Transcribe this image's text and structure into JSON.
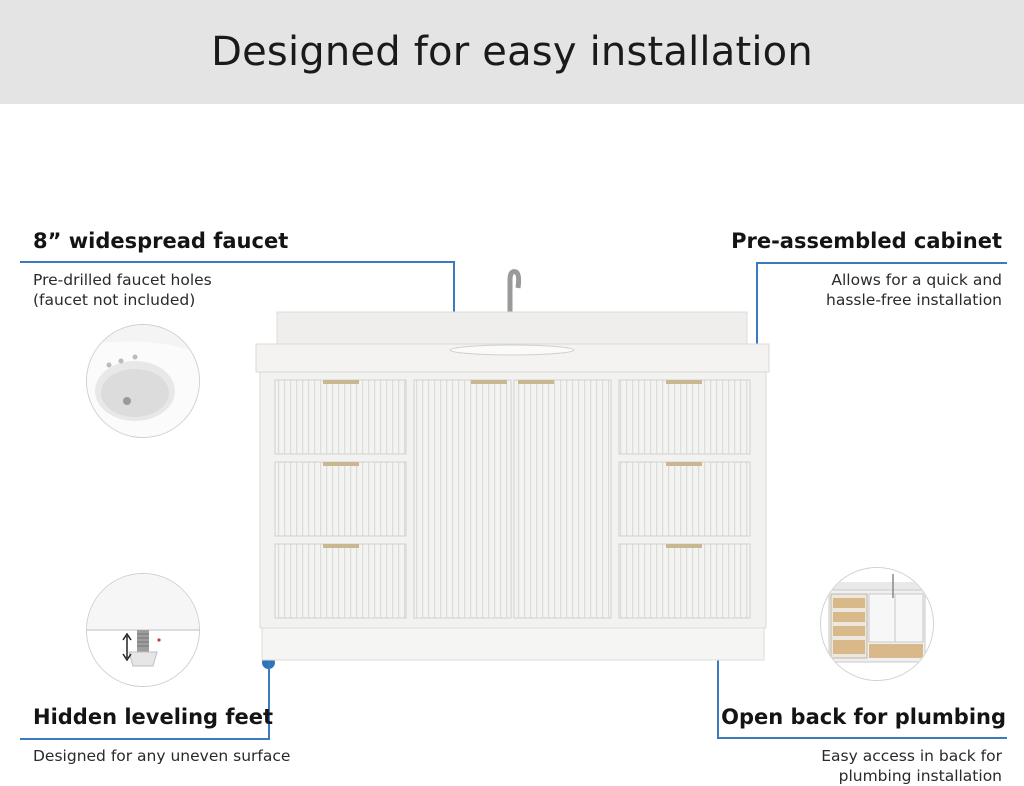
{
  "header": {
    "title": "Designed for easy installation"
  },
  "features": {
    "faucet": {
      "title": "8” widespread faucet",
      "desc": [
        "Pre-drilled faucet holes",
        "(faucet not included)"
      ]
    },
    "cabinet": {
      "title": "Pre-assembled cabinet",
      "desc": [
        "Allows for a quick and",
        "hassle-free installation"
      ]
    },
    "feet": {
      "title": "Hidden leveling feet",
      "desc": [
        "Designed for any uneven surface"
      ]
    },
    "plumbing": {
      "title": "Open back for plumbing",
      "desc": [
        "Easy access in back for",
        "plumbing installation"
      ]
    }
  },
  "colors": {
    "accent": "#2f74b8",
    "cabinet": "#f2f2f0",
    "header_bg": "#e4e4e4"
  },
  "icons": [
    "sink-closeup-image",
    "leveling-foot-image",
    "cabinet-back-image",
    "vanity-image"
  ]
}
